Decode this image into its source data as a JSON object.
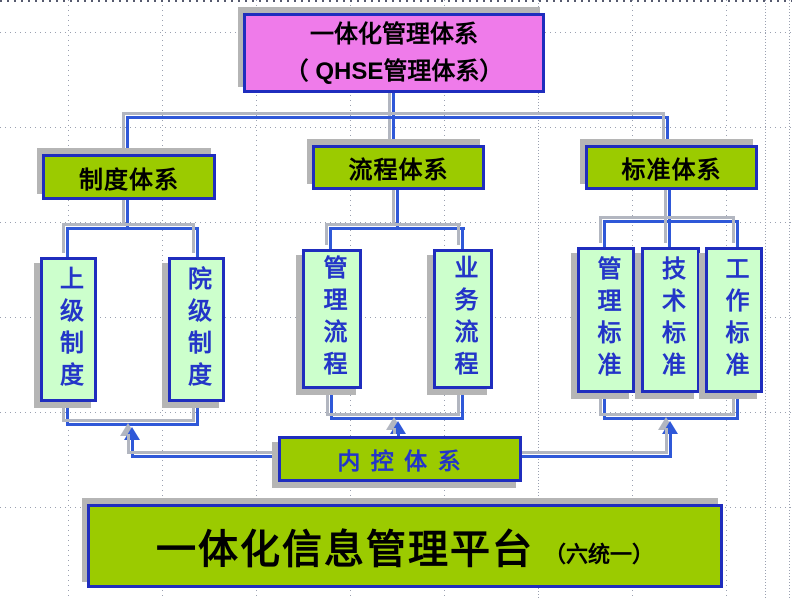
{
  "slide": {
    "top_box": {
      "line1": "一体化管理体系",
      "line2": "（ QHSE管理体系）"
    },
    "headers": [
      "制度体系",
      "流程体系",
      "标准体系"
    ],
    "items": [
      "上级制度",
      "院级制度",
      "管理流程",
      "业务流程",
      "管理标准",
      "技术标准",
      "工作标准"
    ],
    "internal_control": "内 控 体 系",
    "platform": {
      "title": "一体化信息管理平台",
      "suffix": "（六统一）"
    }
  },
  "colors": {
    "magenta": "#ef7bea",
    "green": "#9bcb00",
    "pale_green": "#ccffcc",
    "navy_border": "#1f2dbe",
    "blue_text": "#2335c8",
    "connector_blue": "#2f58d8",
    "connector_shadow": "#b2b6c0",
    "box_shadow": "#b5b5b5",
    "grid_dot": "#9aa0b0",
    "text_black": "#000000"
  }
}
